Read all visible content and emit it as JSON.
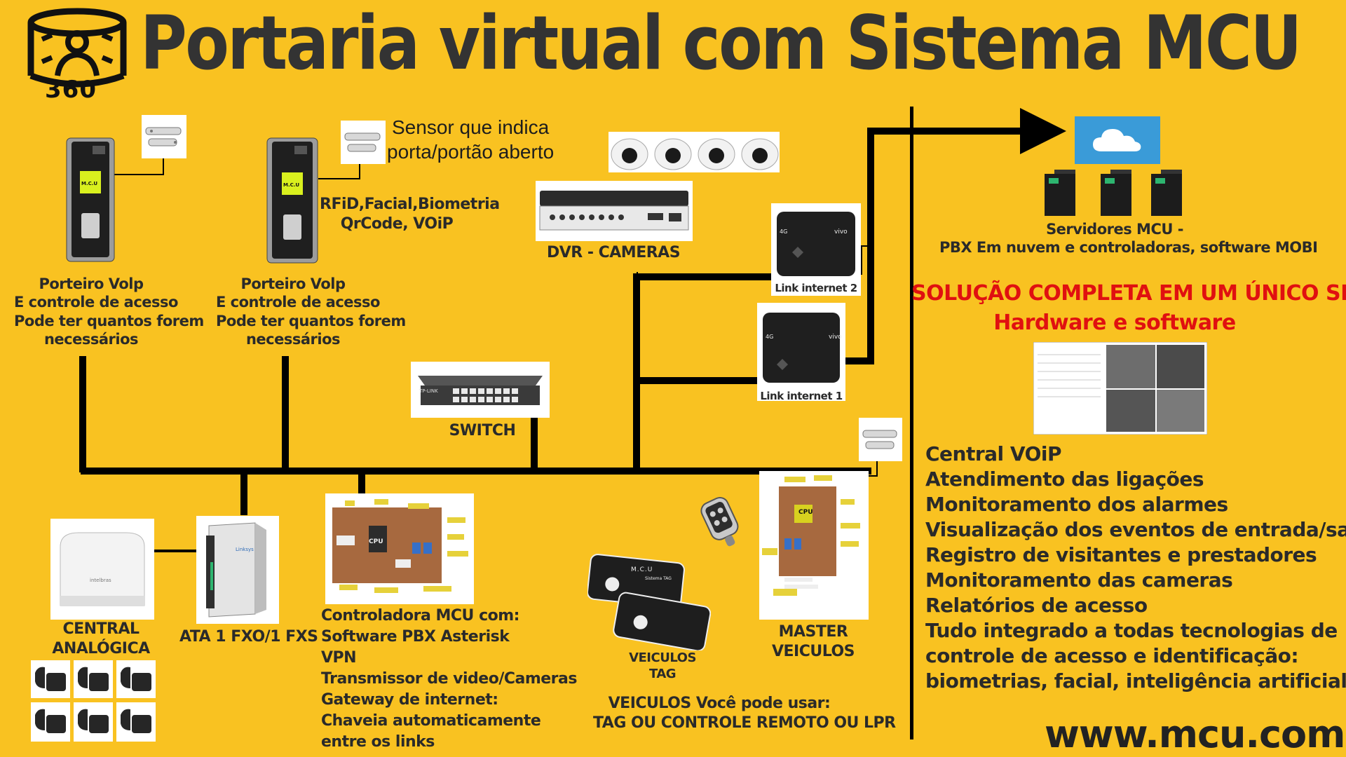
{
  "logo": {
    "caption": "360"
  },
  "title": "Portaria virtual com Sistema MCU",
  "sensor_note": {
    "line1": "Sensor  que indica",
    "line2": "porta/portão aberto"
  },
  "porteiro_left": {
    "lines": [
      "Porteiro Volp",
      "E controle de acesso",
      "Pode ter quantos forem",
      "necessários"
    ],
    "screen_text": "M.C.U"
  },
  "porteiro_right": {
    "lines": [
      "Porteiro Volp",
      "E controle de acesso",
      "Pode ter quantos forem",
      "necessários"
    ],
    "screen_text": "M.C.U"
  },
  "tech_note": {
    "line1": "RFiD,Facial,Biometria",
    "line2": "QrCode, VOiP"
  },
  "dvr": {
    "label": "DVR - CAMERAS"
  },
  "switch": {
    "label": "SWITCH",
    "brand": "TP-LINK"
  },
  "router2": {
    "label": "Link internet 2",
    "brand": "vivo",
    "badge": "4G"
  },
  "router1": {
    "label": "Link internet 1",
    "brand": "vivo",
    "badge": "4G"
  },
  "servers": {
    "line1": "Servidores MCU -",
    "line2": "PBX Em nuvem e controladoras, software MOBI"
  },
  "solution": {
    "line1": "SOLUÇÃO COMPLETA EM UM ÚNICO SISTEMA",
    "line2": "Hardware e software"
  },
  "central": {
    "line1": "CENTRAL",
    "line2": "ANALÓGICA",
    "brand": "intelbras"
  },
  "ata": {
    "label": "ATA 1 FXO/1 FXS",
    "brand": "Linksys"
  },
  "controller": {
    "lines": [
      "Controladora MCU com:",
      "Software PBX Asterisk",
      "VPN",
      "Transmissor de video/Cameras",
      "Gateway de internet:",
      "Chaveia automaticamente",
      "entre os links"
    ],
    "chip": "CPU"
  },
  "tags": {
    "line1": "VEICULOS",
    "line2": "TAG",
    "card_brand": "M.C.U",
    "card_caption": "Sistema TAG"
  },
  "master": {
    "line1": "MASTER",
    "line2": "VEICULOS",
    "chip": "CPU"
  },
  "vehicles_note": {
    "line1": "VEICULOS Você pode usar:",
    "line2": "TAG OU CONTROLE REMOTO OU LPR"
  },
  "features": [
    "Central VOiP",
    "Atendimento das ligações",
    "Monitoramento dos alarmes",
    "Visualização dos eventos de entrada/saída",
    "Registro de visitantes e prestadores",
    "Monitoramento das cameras",
    "Relatórios de acesso",
    "Tudo integrado a todas tecnologias de",
    "controle de acesso e identificação:",
    "biometrias, facial, inteligência artificial e RFiD"
  ],
  "url": "www.mcu.com.br",
  "colors": {
    "background": "#f9c221",
    "title": "#333333",
    "highlight": "#e01010",
    "cloud": "#3a9bd8",
    "wire": "#000000"
  }
}
